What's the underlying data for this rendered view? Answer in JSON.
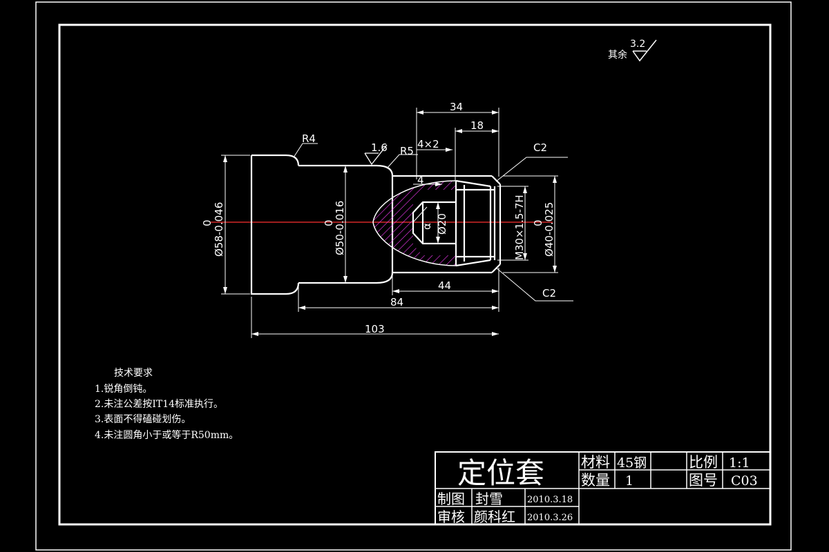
{
  "roughness": {
    "label": "其余",
    "value": "3.2"
  },
  "surface_finish_local": "1.6",
  "dimensions": {
    "len_34": "34",
    "len_18": "18",
    "groove": "4×2",
    "len_4": "4",
    "r4": "R4",
    "r5": "R5",
    "c2_top": "C2",
    "c2_bottom": "C2",
    "len_44": "44",
    "len_84": "84",
    "len_103": "103",
    "dia58": "Ø58-0.046",
    "dia58_upper": "0",
    "dia50": "Ø50-0.016",
    "dia50_upper": "0",
    "dia40": "Ø40-0.025",
    "dia40_upper": "0",
    "dia20": "Ø20",
    "thread": "M30×1.5-7H",
    "cone_angle": "α"
  },
  "tech_requirements": {
    "title": "技术要求",
    "items": [
      "1.锐角倒钝。",
      "2.未注公差按IT14标准执行。",
      "3.表面不得磕碰划伤。",
      "4.未注圆角小于或等于R50mm。"
    ]
  },
  "title_block": {
    "part_name": "定位套",
    "material_label": "材料",
    "material_value": "45钢",
    "quantity_label": "数量",
    "quantity_value": "1",
    "scale_label": "比例",
    "scale_value": "1:1",
    "drawing_no_label": "图号",
    "drawing_no_value": "C03",
    "drawn_label": "制图",
    "drawn_name": "封雪",
    "drawn_date": "2010.3.18",
    "checked_label": "审核",
    "checked_name": "颜科红",
    "checked_date": "2010.3.26"
  }
}
